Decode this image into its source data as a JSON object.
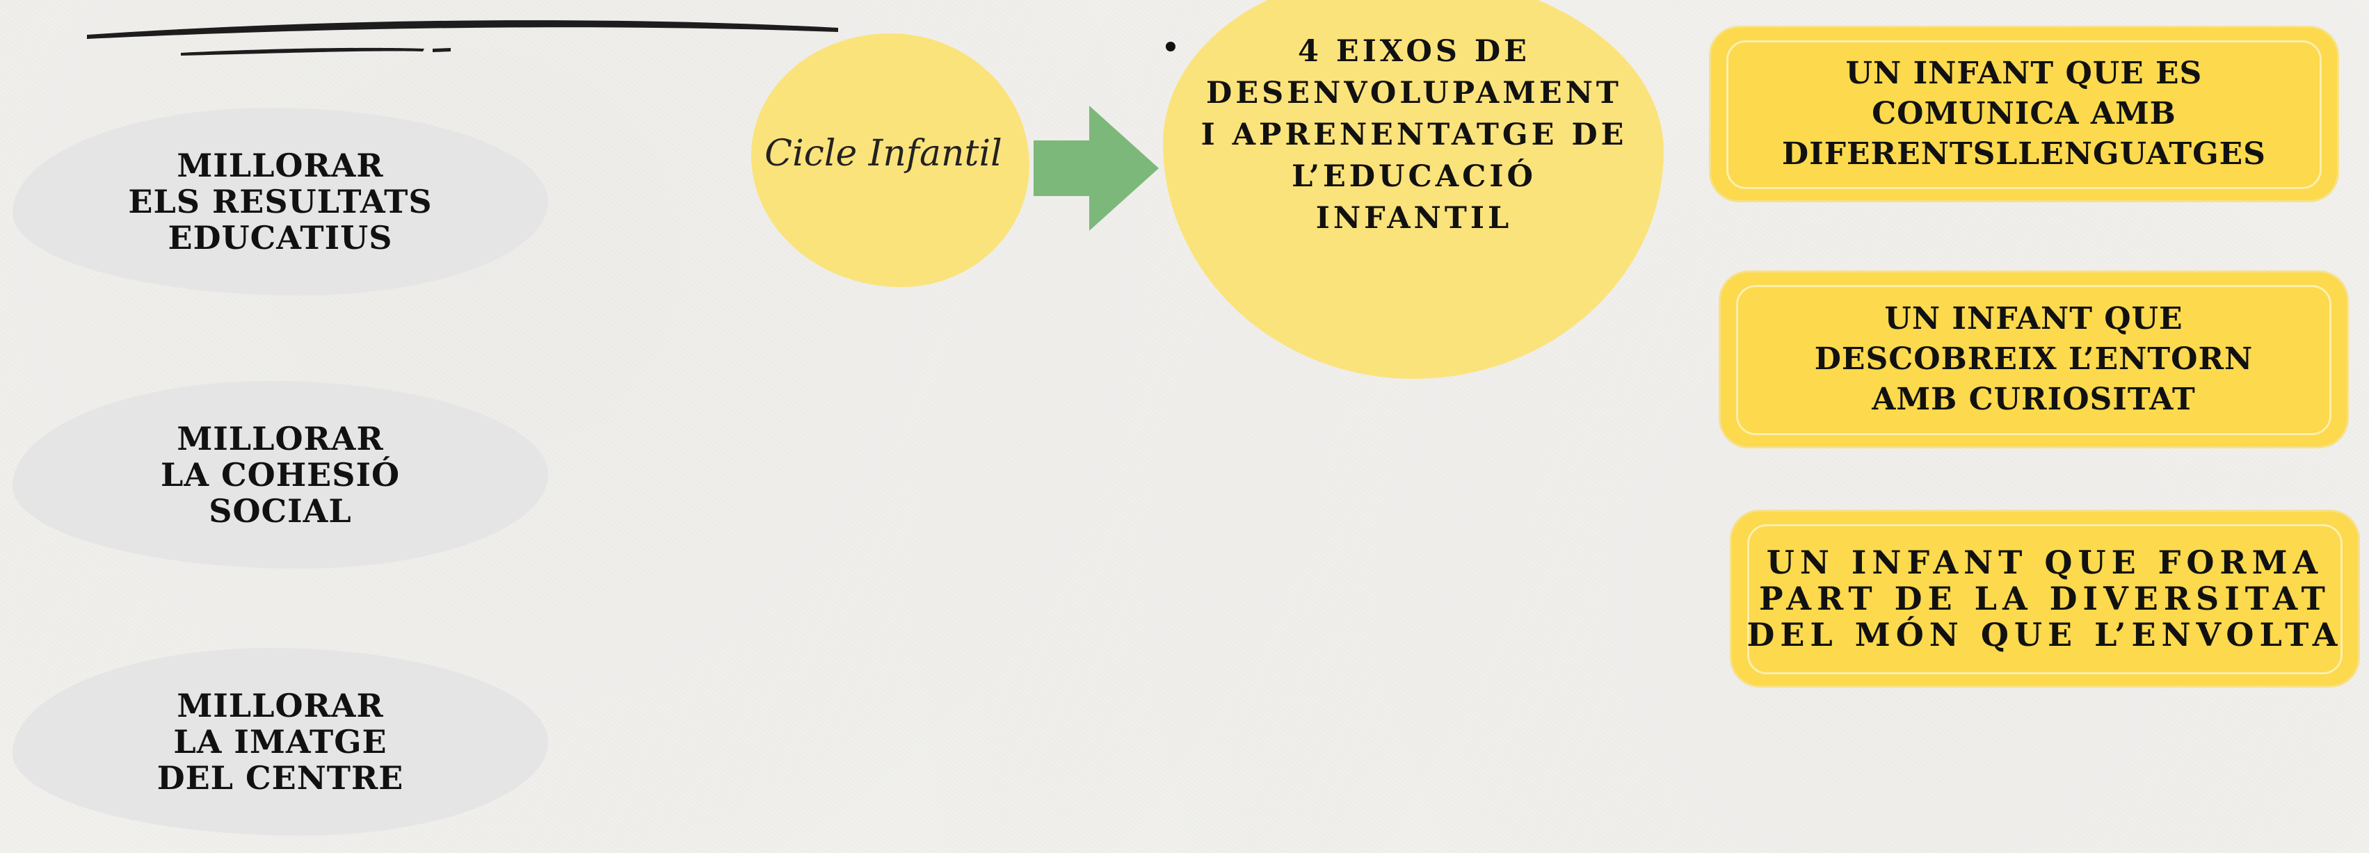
{
  "left_goals": [
    {
      "text": "MILLORAR\nELS RESULTATS\nEDUCATIUS"
    },
    {
      "text": "MILLORAR\nLA COHESIÓ\nSOCIAL"
    },
    {
      "text": "MILLORAR\nLA  IMATGE\nDEL CENTRE"
    }
  ],
  "cycle": {
    "text": "Cicle\nInfantil"
  },
  "axes": {
    "title": "4 EIXOS DE\nDESENVOLUPAMENT\nI APRENENTATGE DE\nL’EDUCACIÓ\nINFANTIL"
  },
  "right_boxes": [
    {
      "text": "UN INFANT QUE ES\nCOMUNICA AMB\nDIFERENTSLLENGUATGES"
    },
    {
      "text": "UN INFANT QUE\nDESCOBREIX L’ENTORN\nAMB CURIOSITAT"
    },
    {
      "text": "UN INFANT QUE FORMA\nPART DE LA DIVERSITAT\nDEL MÓN QUE L’ENVOLTA"
    }
  ],
  "colors": {
    "grey_blob": "#e5e5e5",
    "yellow_blob": "#fbe37c",
    "yellow_box": "#fcd94d",
    "arrow": "#7cb87a",
    "text": "#111111"
  }
}
